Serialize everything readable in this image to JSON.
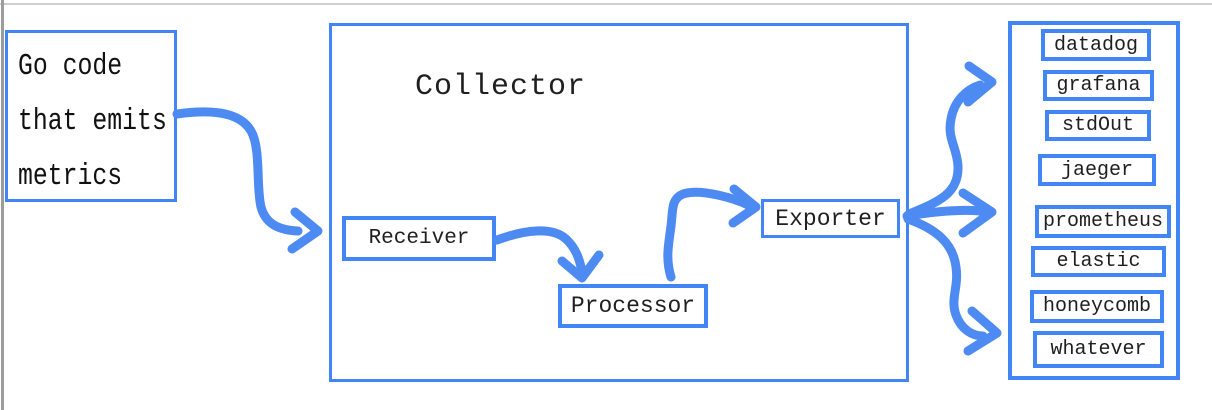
{
  "colors": {
    "accent": "#4285f4",
    "arrow": "#4d8bf2",
    "ink": "#1f1f1f",
    "frame_top_gray": "#cfcfcf",
    "frame_left_gray": "#9c9c9c"
  },
  "source": {
    "line1": "Go code",
    "line2": "that emits",
    "line3": "metrics"
  },
  "collector": {
    "title": "Collector",
    "components": [
      {
        "label": "Receiver"
      },
      {
        "label": "Processor"
      },
      {
        "label": "Exporter"
      }
    ]
  },
  "destinations": {
    "items": [
      "datadog",
      "grafana",
      "stdOut",
      "jaeger",
      "prometheus",
      "elastic",
      "honeycomb",
      "whatever"
    ]
  },
  "flows": [
    {
      "from": "Go code that emits metrics",
      "to": "Collector"
    },
    {
      "from": "Receiver",
      "to": "Processor"
    },
    {
      "from": "Processor",
      "to": "Exporter"
    },
    {
      "from": "Exporter",
      "to": "destinations (fan-out: top, middle, bottom)"
    }
  ]
}
